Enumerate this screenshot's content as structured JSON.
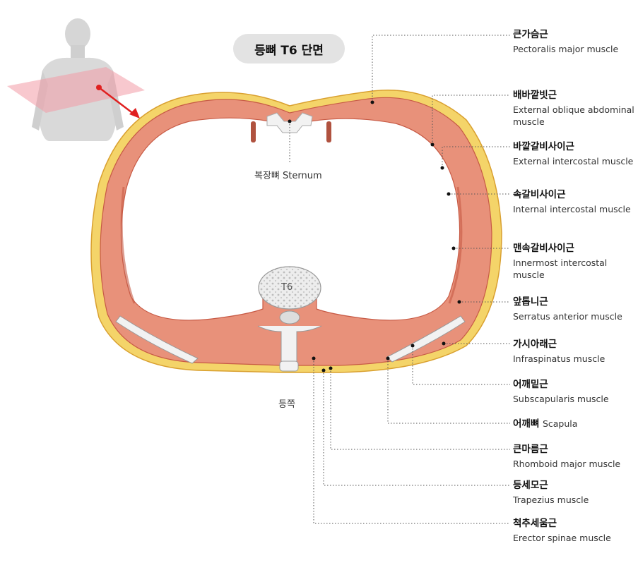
{
  "title": "등뼈 T6 단면",
  "vertebra_label": "T6",
  "sternum_label": "복장뼈 Sternum",
  "back_label": "등쪽",
  "labels": [
    {
      "ko": "큰가슴근",
      "en": "Pectoralis major muscle"
    },
    {
      "ko": "배바깥빗근",
      "en": "External oblique abdominal muscle"
    },
    {
      "ko": "바깥갈비사이근",
      "en": "External intercostal muscle"
    },
    {
      "ko": "속갈비사이근",
      "en": "Internal intercostal muscle"
    },
    {
      "ko": "맨속갈비사이근",
      "en": "Innermost intercostal muscle"
    },
    {
      "ko": "앞톱니근",
      "en": "Serratus anterior muscle"
    },
    {
      "ko": "가시아래근",
      "en": "Infraspinatus muscle"
    },
    {
      "ko": "어깨밑근",
      "en": "Subscapularis muscle"
    },
    {
      "ko": "어깨뼈",
      "en": "Scapula"
    },
    {
      "ko": "큰마름근",
      "en": "Rhomboid major muscle"
    },
    {
      "ko": "등세모근",
      "en": "Trapezius muscle"
    },
    {
      "ko": "척추세움근",
      "en": "Erector spinae muscle"
    }
  ],
  "colors": {
    "fat": "#f4d469",
    "muscle": "#e8917a",
    "muscle_dark": "#c75a45",
    "bone": "#f2f2f2",
    "plane": "#f29aa6",
    "arrow": "#e02020"
  }
}
